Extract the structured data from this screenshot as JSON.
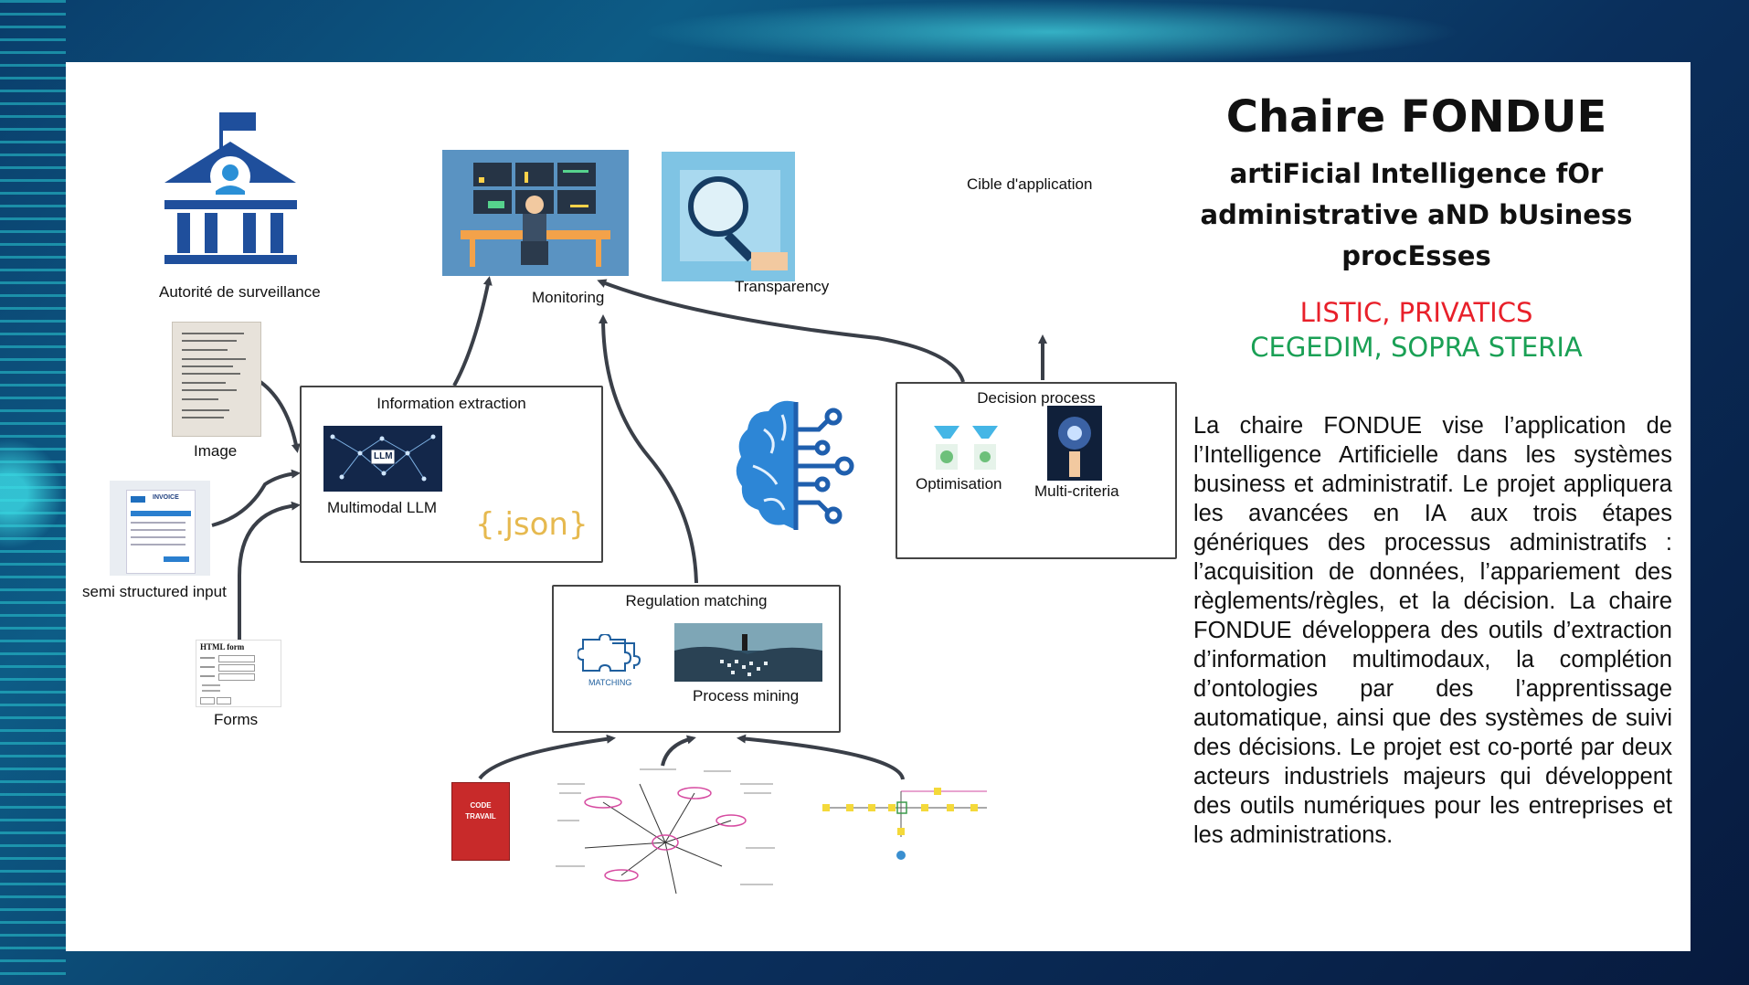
{
  "colors": {
    "accent_red": "#e8202a",
    "accent_green": "#1aa055",
    "icon_blue": "#1f4f9c"
  },
  "header": {
    "title": "Chaire FONDUE",
    "subtitle": "artiFicial Intelligence fOr administrative aND bUsiness procEsses",
    "partners_red": "LISTIC, PRIVATICS",
    "partners_green": "CEGEDIM, SOPRA STERIA"
  },
  "description": "La chaire FONDUE vise l’application de l’Intelligence Artificielle dans les systèmes business et administratif. Le projet appliquera les avancées en IA aux trois étapes génériques des processus administratifs : l’acquisition de données, l’appariement des règlements/règles, et la décision. La chaire FONDUE développera des outils d’extraction d’information multimodaux, la complétion d’ontologies par des l’apprentissage automatique, ainsi que des systèmes de suivi des décisions. Le projet est co-porté par deux acteurs industriels majeurs qui développent des outils numériques pour les entreprises et les administrations.",
  "diagram": {
    "authority_label": "Autorité de surveillance",
    "monitoring_label": "Monitoring",
    "transparency_label": "Transparency",
    "target_label": "Cible d'application",
    "inputs": {
      "image_label": "Image",
      "semi_label": "semi structured input",
      "forms_label": "Forms",
      "invoice_text": "INVOICE",
      "form_title": "HTML form"
    },
    "extraction": {
      "title": "Information extraction",
      "llm_label": "Multimodal LLM",
      "llm_badge": "LLM",
      "json_label": "{.json}"
    },
    "decision": {
      "title": "Decision process",
      "optim_label": "Optimisation",
      "multi_label": "Multi-criteria"
    },
    "regulation": {
      "title": "Regulation matching",
      "matching_label": "MATCHING",
      "mining_label": "Process mining"
    },
    "code_book": {
      "line1": "CODE",
      "line2": "TRAVAIL"
    }
  }
}
